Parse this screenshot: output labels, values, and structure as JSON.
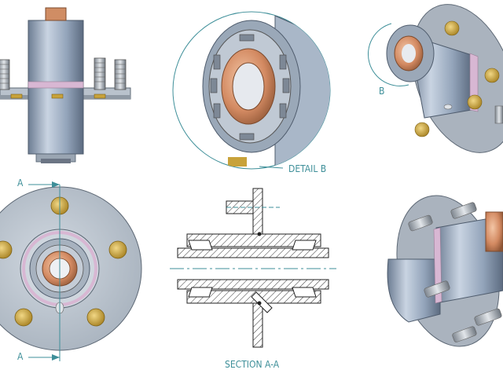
{
  "labels": {
    "detail_b": "DETAIL B",
    "section_aa": "SECTION A-A",
    "cut_a_top": "A",
    "cut_a_bottom": "A",
    "detail_marker_b": "B"
  },
  "colors": {
    "annotation": "#3e8f99",
    "steel": "#8a9bb0",
    "steel_light": "#c9d4e2",
    "steel_dark": "#4f5c6d",
    "flange": "#b9c2cc",
    "brass": "#c8a23a",
    "copper": "#d38a62",
    "seal_pink": "#d8b7d3",
    "line": "#222222"
  }
}
